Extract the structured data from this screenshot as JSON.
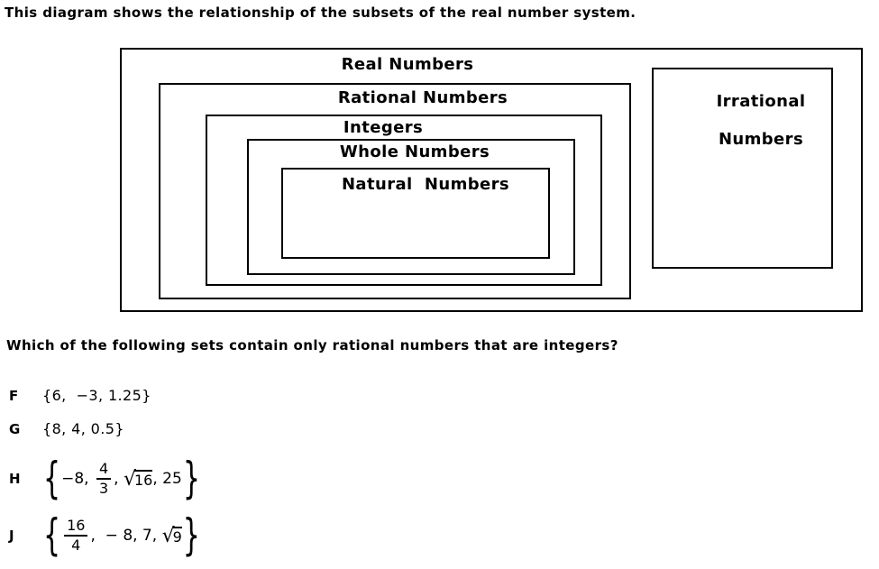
{
  "intro": "This diagram shows the relationship of the subsets of the real number system.",
  "diagram": {
    "real_label": "Real Numbers",
    "rational_label": "Rational Numbers",
    "integers_label": "Integers",
    "whole_label": "Whole Numbers",
    "natural_label": "Natural  Numbers",
    "irrational_label_line1": "Irrational",
    "irrational_label_line2": "Numbers"
  },
  "question": "Which of the following sets contain only rational numbers that are integers?",
  "symbols": {
    "sqrt": "√",
    "open_brace": "{",
    "close_brace": "}"
  },
  "options": [
    {
      "letter": "F",
      "set_text": "{6,  −3, 1.25}"
    },
    {
      "letter": "G",
      "set_text": "{8, 4, 0.5}"
    },
    {
      "letter": "H",
      "pre": "−8, ",
      "frac_numerator": "4",
      "frac_denominator": "3",
      "between": ", ",
      "radicand": "16",
      "post": ", 25"
    },
    {
      "letter": "J",
      "frac_numerator": "16",
      "frac_denominator": "4",
      "between": ",  − 8, 7, ",
      "radicand": "9"
    }
  ]
}
